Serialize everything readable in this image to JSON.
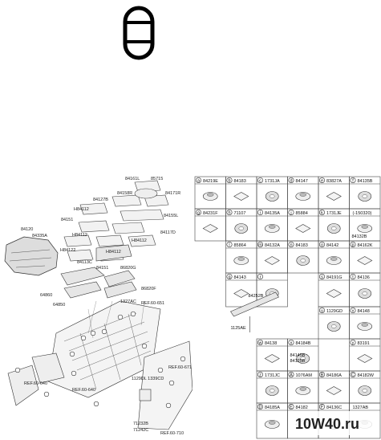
{
  "section_icon": {
    "letter": "0"
  },
  "left_labels": {
    "l_84161L": "84161L",
    "l_85715": "85715",
    "l_84158R": "84158R",
    "l_84171R": "84171R",
    "l_84127B": "84127B",
    "l_84155L": "84155L",
    "l_H84112_a": "H84112",
    "l_84151_a": "84151",
    "l_84117D": "84117D",
    "l_84120": "84120",
    "l_84335A": "84335A",
    "l_H84112_b": "H84112",
    "l_H84122": "H84122",
    "l_84113C": "84113C",
    "l_H84112_c": "H84112",
    "l_84151_b": "84151",
    "l_84112_d": "H84112",
    "l_86820G": "86820G",
    "l_64860": "64860",
    "l_86820F": "86820F",
    "l_64850": "64850",
    "l_1327AC": "1327AC",
    "l_ref651": "REF.60-651",
    "l_ref671": "REF.60-671",
    "l_ref640a": "REF.60-640",
    "l_ref640b": "REF.60-640",
    "l_ref710": "REF.60-710",
    "l_1129DL": "1129DL 1339CD",
    "l_71232": "71232B",
    "l_71242": "71242C"
  },
  "grid": {
    "rows": [
      [
        {
          "letter": "a",
          "code": "84219E"
        },
        {
          "letter": "b",
          "code": "84183"
        },
        {
          "letter": "c",
          "code": "1731JA"
        },
        {
          "letter": "d",
          "code": "84147"
        },
        {
          "letter": "e",
          "code": "83827A"
        },
        {
          "letter": "f",
          "code": "84135B"
        }
      ],
      [
        {
          "letter": "g",
          "code": "84231F"
        },
        {
          "letter": "h",
          "code": "71107"
        },
        {
          "letter": "i",
          "code": "84135A"
        },
        {
          "letter": "j",
          "code": "85884"
        },
        {
          "letter": "k",
          "code": "1731JE"
        },
        {
          "letter": "",
          "code": "(-150320)"
        }
      ],
      [
        {
          "letter": "l",
          "code": "85864"
        },
        {
          "letter": "m",
          "code": "84132A"
        },
        {
          "letter": "n",
          "code": "84183"
        },
        {
          "letter": "o",
          "code": "84142"
        },
        {
          "letter": "p",
          "code": "84162K"
        }
      ],
      [
        {
          "letter": "q",
          "code": "84143"
        },
        {
          "letter": "r",
          "code": ""
        },
        {
          "letter": "s",
          "code": "84191G"
        },
        {
          "letter": "t",
          "code": "84136"
        }
      ],
      [
        {
          "letter": "u",
          "code": "1129GD"
        },
        {
          "letter": "v",
          "code": "84148"
        }
      ],
      [
        {
          "letter": "w",
          "code": "84138"
        },
        {
          "letter": "x",
          "code": "84184B"
        },
        {
          "letter": "y",
          "code": "83191"
        }
      ],
      [
        {
          "letter": "z",
          "code": "1731JC"
        },
        {
          "letter": "A",
          "code": "1076AM"
        },
        {
          "letter": "B",
          "code": "84186A"
        },
        {
          "letter": "C",
          "code": "84182W"
        }
      ],
      [
        {
          "letter": "D",
          "code": "84185A"
        },
        {
          "letter": "E",
          "code": "84182"
        },
        {
          "letter": "F",
          "code": "84136C"
        },
        {
          "letter": "",
          "code": "1327AB"
        }
      ]
    ],
    "f_extra": "84132B",
    "r_part": "84252B",
    "r_part2": "1125AE",
    "x_extra": "84145B",
    "x_extra2": "84125B"
  },
  "watermark": "10W40.ru"
}
